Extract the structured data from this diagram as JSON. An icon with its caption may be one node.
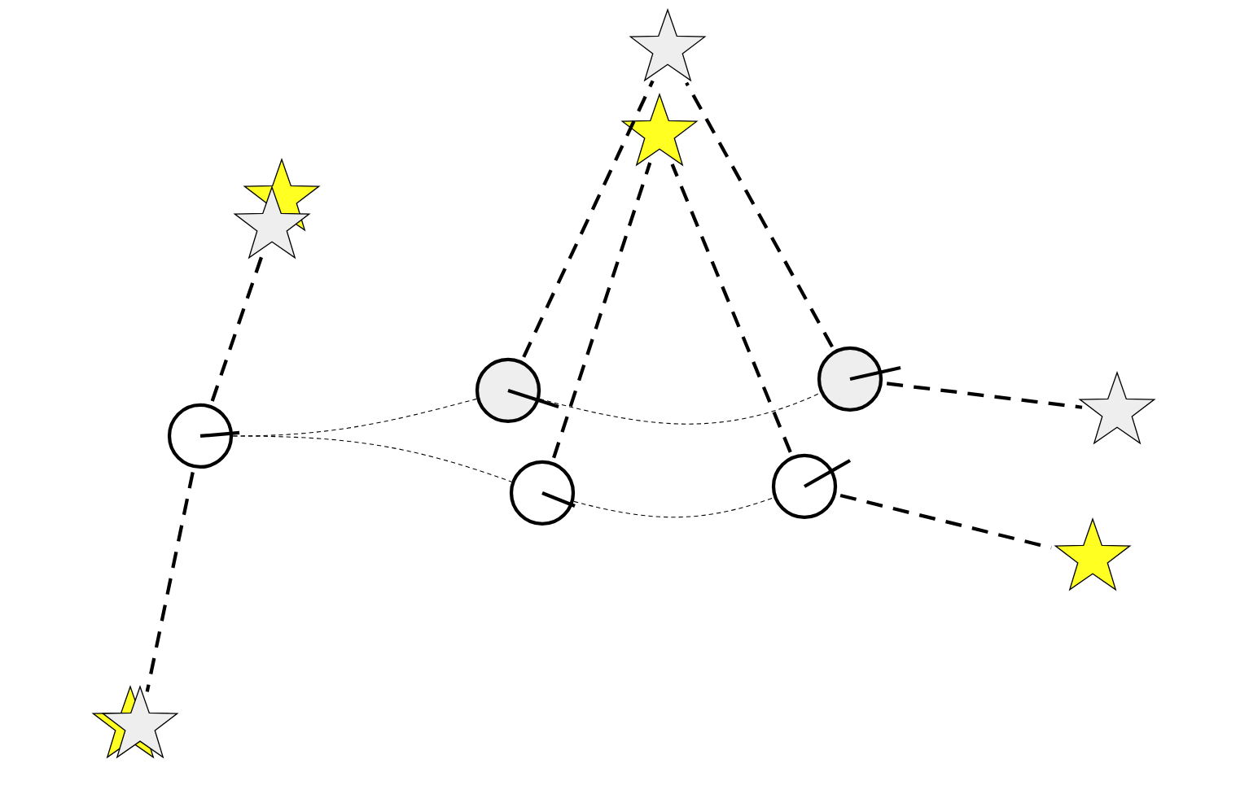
{
  "diagram": {
    "nodes": [
      {
        "text": [],
        "shape": "circle"
      },
      {
        "text": [],
        "shape": "circle"
      },
      {
        "text": [],
        "shape": "circle"
      },
      {
        "text": [],
        "shape": "circle"
      },
      {
        "text": [],
        "shape": "circle"
      },
      {
        "text": [],
        "shape": "star"
      },
      {
        "text": [],
        "shape": "star"
      },
      {
        "text": [],
        "shape": "star"
      },
      {
        "text": [],
        "shape": "star"
      },
      {
        "text": [],
        "shape": "star"
      },
      {
        "text": [],
        "shape": "star"
      },
      {
        "text": [],
        "shape": "star"
      },
      {
        "text": [],
        "shape": "star"
      }
    ],
    "edges": [
      {
        "from": 0,
        "to": 10,
        "arrow": "none",
        "style": "dashed"
      },
      {
        "from": 0,
        "to": 6,
        "arrow": "none",
        "style": "dashed"
      },
      {
        "from": 1,
        "to": 9,
        "arrow": "none",
        "style": "dashed"
      },
      {
        "from": 4,
        "to": 9,
        "arrow": "none",
        "style": "dashed"
      },
      {
        "from": 4,
        "to": 12,
        "arrow": "none",
        "style": "dashed"
      },
      {
        "from": 2,
        "to": 8,
        "arrow": "none",
        "style": "dashed"
      },
      {
        "from": 3,
        "to": 8,
        "arrow": "none",
        "style": "dashed"
      },
      {
        "from": 3,
        "to": 11,
        "arrow": "none",
        "style": "dashed"
      },
      {
        "from": 0,
        "to": 1,
        "arrow": "none"
      },
      {
        "from": 1,
        "to": 4,
        "arrow": "none"
      },
      {
        "from": 0,
        "to": 2,
        "arrow": "none"
      },
      {
        "from": 2,
        "to": 3,
        "arrow": "none"
      }
    ]
  }
}
